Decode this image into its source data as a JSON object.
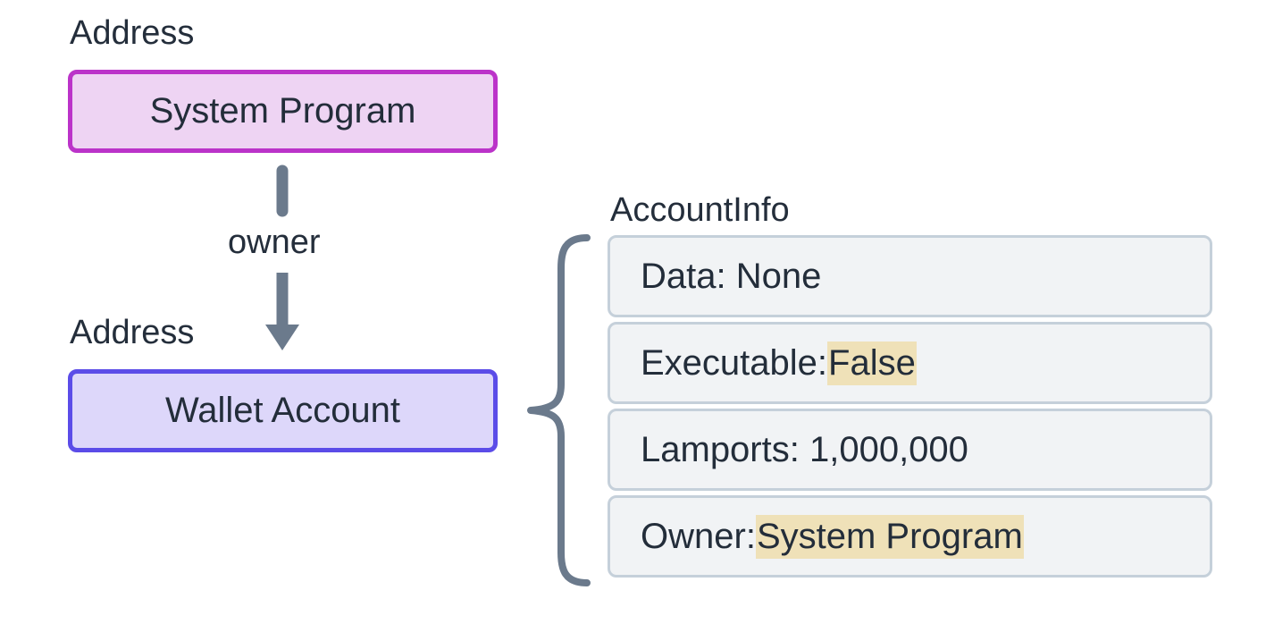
{
  "diagram": {
    "title_hidden": "",
    "nodes": [
      {
        "caption": "Address",
        "label": "System Program",
        "fill": "#eed4f3",
        "border": "#bb33c9"
      },
      {
        "caption": "Address",
        "label": "Wallet Account",
        "fill": "#ddd7fa",
        "border": "#5b4ce8"
      }
    ],
    "edge": {
      "label": "owner",
      "color": "#6b7a8c",
      "from": "System Program",
      "to": "Wallet Account"
    },
    "brace": {
      "color": "#6b7a8c"
    },
    "panel": {
      "caption": "AccountInfo",
      "rows": [
        {
          "prefix": "Data: None",
          "highlight": ""
        },
        {
          "prefix": "Executable:",
          "highlight": "False"
        },
        {
          "prefix": "Lamports: 1,000,000",
          "highlight": ""
        },
        {
          "prefix": "Owner:",
          "highlight": "System Program"
        }
      ],
      "row_fill": "#f1f3f5",
      "row_border": "#c5d0da",
      "highlight_color": "#efe1b8"
    },
    "text_color": "#232d3a"
  }
}
